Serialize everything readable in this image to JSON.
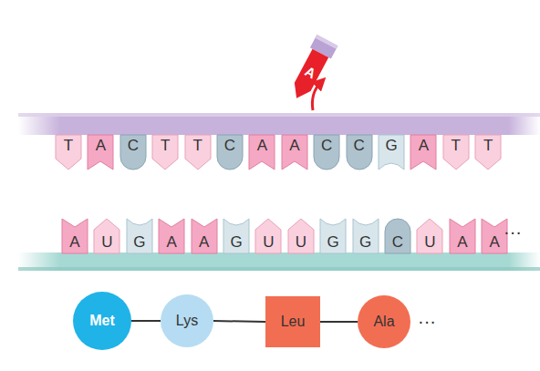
{
  "diagram": {
    "nodes": [
      {
        "text": [
          "A"
        ]
      },
      {
        "text": [
          "T"
        ]
      },
      {
        "text": [
          "A"
        ]
      },
      {
        "text": [
          "C"
        ]
      },
      {
        "text": [
          "T"
        ]
      },
      {
        "text": [
          "T"
        ]
      },
      {
        "text": [
          "C"
        ]
      },
      {
        "text": [
          "A"
        ]
      },
      {
        "text": [
          "A"
        ]
      },
      {
        "text": [
          "C"
        ]
      },
      {
        "text": [
          "C"
        ]
      },
      {
        "text": [
          "G"
        ]
      },
      {
        "text": [
          "A"
        ]
      },
      {
        "text": [
          "T"
        ]
      },
      {
        "text": [
          "T"
        ]
      },
      {
        "text": [
          "A"
        ]
      },
      {
        "text": [
          "U"
        ]
      },
      {
        "text": [
          "G"
        ]
      },
      {
        "text": [
          "A"
        ]
      },
      {
        "text": [
          "A"
        ]
      },
      {
        "text": [
          "G"
        ]
      },
      {
        "text": [
          "U"
        ]
      },
      {
        "text": [
          "U"
        ]
      },
      {
        "text": [
          "G"
        ]
      },
      {
        "text": [
          "G"
        ]
      },
      {
        "text": [
          "C"
        ]
      },
      {
        "text": [
          "U"
        ]
      },
      {
        "text": [
          "A"
        ]
      },
      {
        "text": [
          "A"
        ]
      },
      {
        "text": [
          "Met"
        ]
      },
      {
        "text": [
          "Lys"
        ]
      },
      {
        "text": [
          "Leu"
        ]
      },
      {
        "text": [
          "Ala"
        ]
      }
    ],
    "edges": [
      {
        "from": 29,
        "to": 30,
        "arrow": "none"
      },
      {
        "from": 30,
        "to": 31,
        "arrow": "none"
      },
      {
        "from": 31,
        "to": 32,
        "arrow": "none"
      }
    ],
    "labels": [
      "···",
      "···"
    ]
  }
}
